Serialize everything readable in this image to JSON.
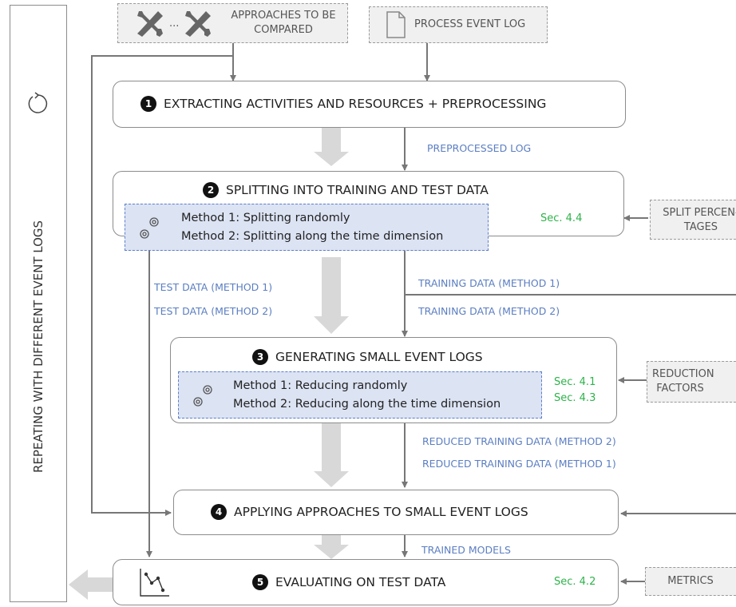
{
  "side_label": "REPEATING WITH DIFFERENT EVENT LOGS",
  "inputs": {
    "approaches": "APPROACHES TO BE COMPARED",
    "approaches_ellipsis": "...",
    "event_log": "PROCESS EVENT LOG",
    "split_percentages": "SPLIT PERCEN- TAGES",
    "reduction_factors": "REDUCTION FACTORS",
    "metrics": "METRICS"
  },
  "steps": [
    {
      "number": "1",
      "title": "EXTRACTING ACTIVITIES AND RESOURCES + PREPROCESSING"
    },
    {
      "number": "2",
      "title": "SPLITTING INTO TRAINING AND TEST DATA",
      "methods": [
        "Method 1: Splitting randomly",
        "Method 2: Splitting along the time dimension"
      ],
      "sections": [
        "Sec. 4.4"
      ]
    },
    {
      "number": "3",
      "title": "GENERATING SMALL EVENT LOGS",
      "methods": [
        "Method 1: Reducing randomly",
        "Method 2: Reducing along the time dimension"
      ],
      "sections": [
        "Sec. 4.1",
        "Sec. 4.3"
      ]
    },
    {
      "number": "4",
      "title": "APPLYING APPROACHES TO SMALL EVENT LOGS"
    },
    {
      "number": "5",
      "title": "EVALUATING ON TEST DATA",
      "sections": [
        "Sec. 4.2"
      ]
    }
  ],
  "flows": {
    "preprocessed_log": "PREPROCESSED LOG",
    "test_data_m1": "TEST DATA (METHOD 1)",
    "test_data_m2": "TEST DATA (METHOD 2)",
    "training_data_m1": "TRAINING DATA (METHOD 1)",
    "training_data_m2": "TRAINING DATA (METHOD 2)",
    "reduced_m2": "REDUCED TRAINING DATA (METHOD 2)",
    "reduced_m1": "REDUCED TRAINING DATA (METHOD 1)",
    "trained_models": "TRAINED MODELS"
  },
  "colors": {
    "flow_label": "#5b7ec2",
    "section_ref": "#2db34a",
    "method_fill": "#dce3f3",
    "method_border": "#5a7fcb",
    "arrow": "#777777",
    "big_arrow": "#d6d6d6"
  }
}
